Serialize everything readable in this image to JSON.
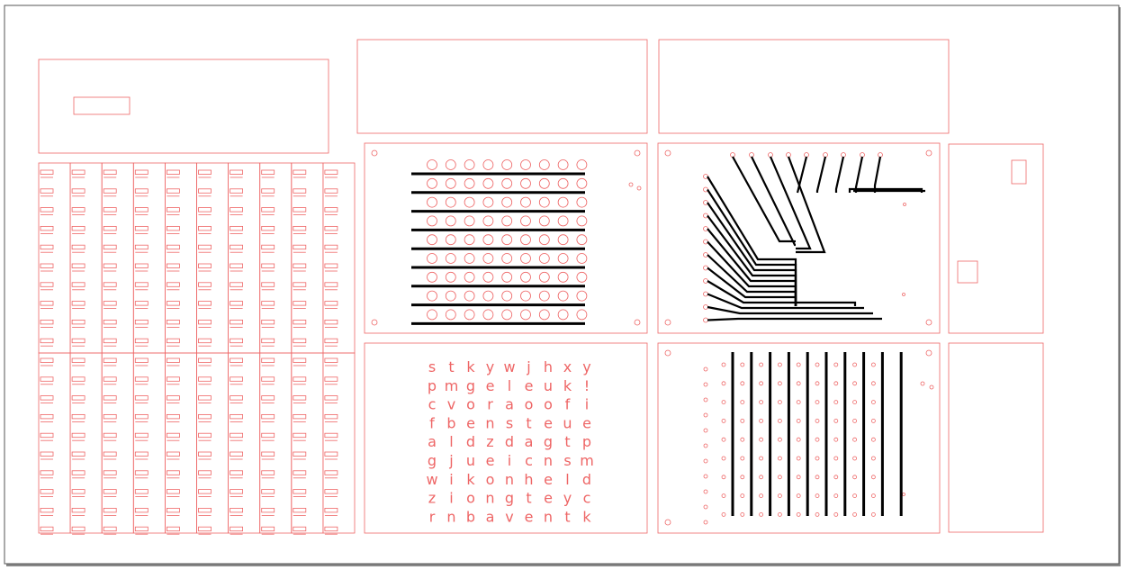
{
  "title": "",
  "colors": {
    "cut": "#ee6666",
    "engrave": "#000000",
    "sheet_border": "#555555",
    "background": "#ffffff"
  },
  "letter_grid": {
    "rows": [
      "stkywjhxy",
      "pmgeleuk!",
      "cvoraoofi",
      "fbensteue",
      "aldzdagtp",
      "gjueicnsm",
      "wikonheld",
      "ziongteyc",
      "rnbaventk"
    ]
  },
  "hole_matrix": {
    "rows": 9,
    "cols": 9
  },
  "strip_board": {
    "columns": 9,
    "holes_per_column": 9
  },
  "key_rack": {
    "cols": 10,
    "rows_per_half": 10,
    "halves": 2
  }
}
